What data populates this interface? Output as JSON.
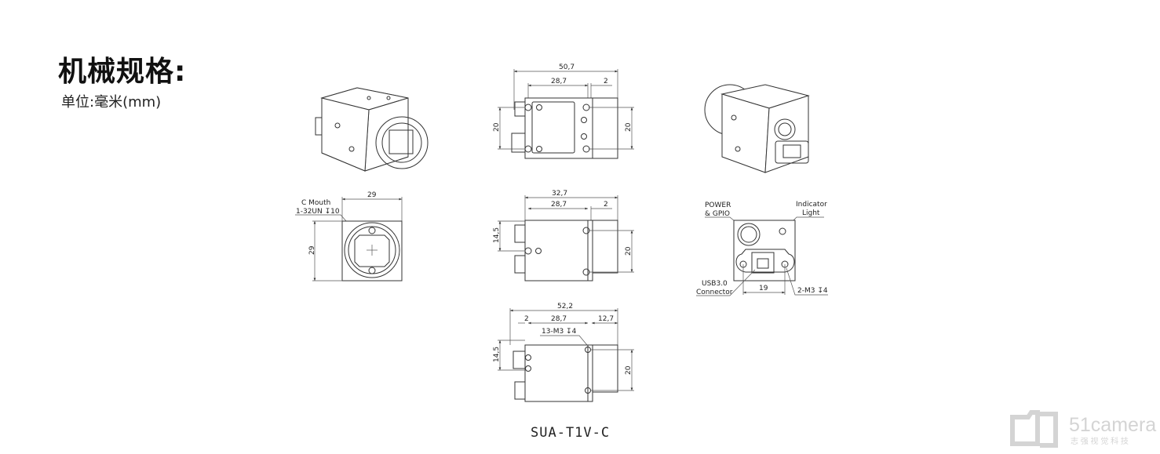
{
  "heading": {
    "title": "机械规格:",
    "unit": "单位:毫米(mm)"
  },
  "caption": "SUA-T1V-C",
  "top_view": {
    "overall": "50,7",
    "body": "28,7",
    "offset": "2",
    "height_left": "20",
    "height_right": "20"
  },
  "side_view": {
    "overall": "32,7",
    "body": "28,7",
    "offset": "2",
    "height_left": "14,5",
    "height_right": "20"
  },
  "bottom_view": {
    "overall": "52,2",
    "offset": "2",
    "body": "28,7",
    "lens": "12,7",
    "holes": "13-M3 ↧4",
    "height_left": "14,5",
    "height_right": "20"
  },
  "front_view": {
    "mount_line1": "C Mouth",
    "mount_line2": "1-32UN ↧10",
    "width": "29",
    "height": "29"
  },
  "back_view": {
    "power_line1": "POWER",
    "power_line2": "& GPIO",
    "indicator_line1": "Indicator",
    "indicator_line2": "Light",
    "usb_line1": "USB3.0",
    "usb_line2": "Connector",
    "spacing": "19",
    "holes": "2-M3 ↧4"
  },
  "watermark": {
    "brand": "51camera",
    "subtitle": "志 强 视 觉 科 技"
  }
}
